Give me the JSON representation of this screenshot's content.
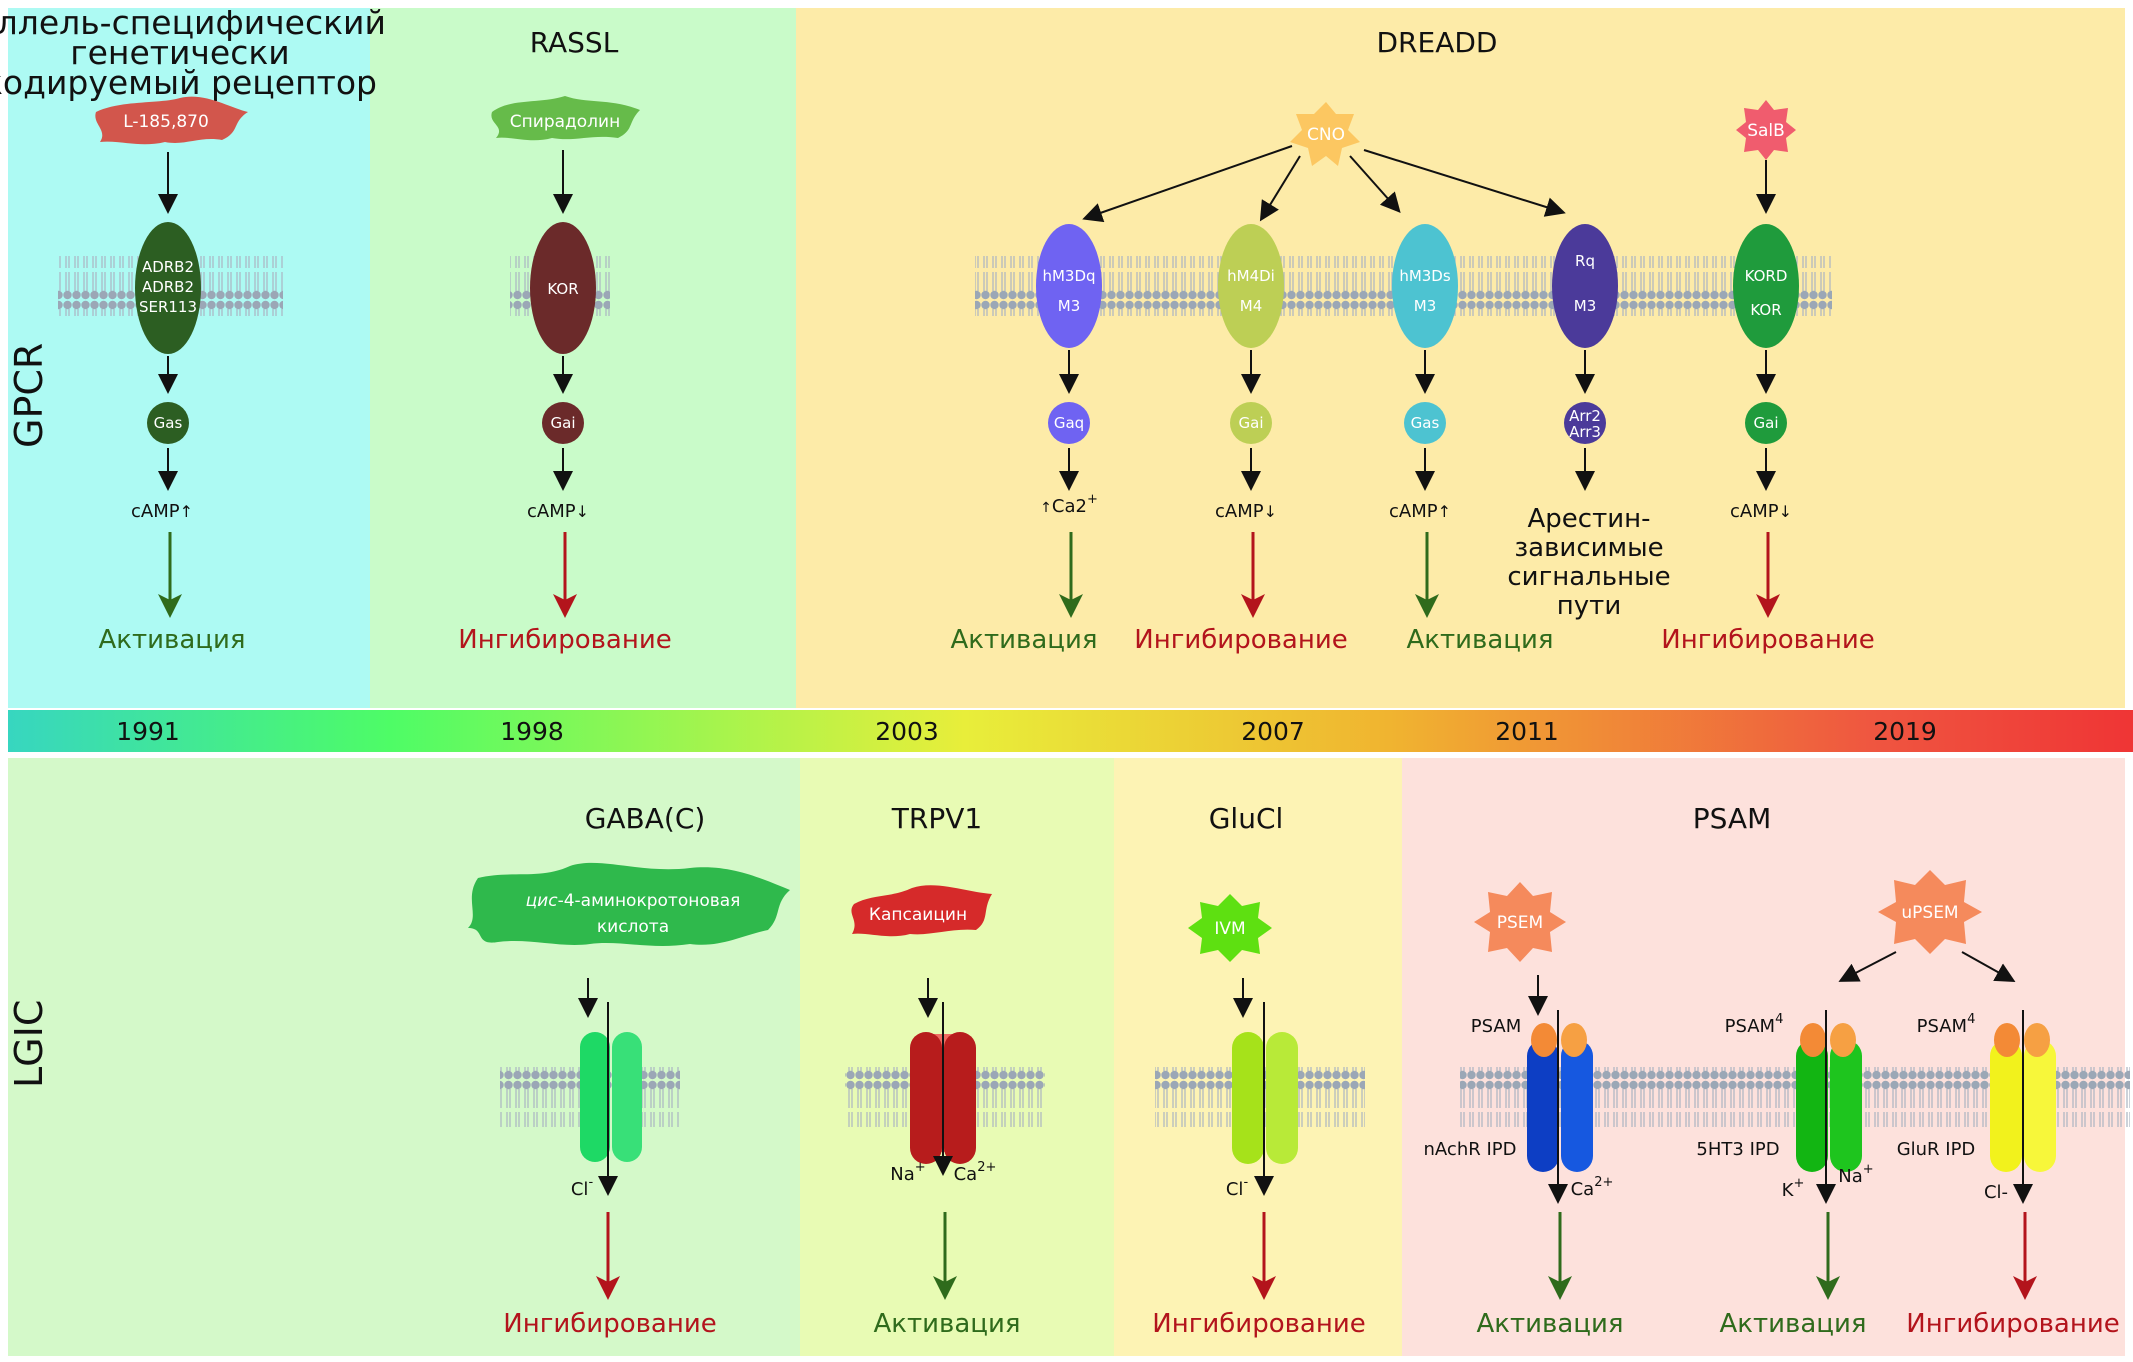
{
  "colors": {
    "panel_1991": "#adfaf3",
    "panel_1998": "#c9fbc9",
    "panel_2003_top": "#fdeba8",
    "lgic_left": "#d4f9c9",
    "lgic_trpv1": "#e8fbb4",
    "lgic_glucl": "#fdf3b4",
    "lgic_psam": "#fde1dc",
    "activation": "#2f6b1c",
    "inhibition": "#b3141c"
  },
  "side_labels": {
    "gpcr": "GPCR",
    "lgic": "LGIC"
  },
  "timeline": {
    "years": [
      "1991",
      "1998",
      "2003",
      "2007",
      "2011",
      "2019"
    ],
    "gradient": [
      "#37d6c0",
      "#4efc66",
      "#e8ee3a",
      "#f0b430",
      "#ef5540",
      "#ef3535"
    ]
  },
  "gpcr": {
    "asgr": {
      "title": [
        "Аллель-специфический",
        "генетически",
        "кодируемый рецептор"
      ],
      "ligand": "L-185,870",
      "receptor": [
        "ADRB2",
        "ADRB2",
        "SER113"
      ],
      "gprotein": "Gas",
      "second": "cAMP",
      "effect": "Активация"
    },
    "rassl": {
      "title": "RASSL",
      "ligand": "Спирадолин",
      "receptor": [
        "KOR"
      ],
      "gprotein": "Gai",
      "second": "cAMP",
      "effect": "Ингибирование"
    },
    "dreadd": {
      "title": "DREADD",
      "ligand_cno": "CNO",
      "ligand_salb": "SalB",
      "receptors": [
        {
          "top": "hM3Dq",
          "bottom": "M3",
          "gprotein": "Gaq",
          "second": "Ca2",
          "effect": "Активация",
          "color": "#6f63f2"
        },
        {
          "top": "hM4Di",
          "bottom": "M4",
          "gprotein": "Gai",
          "second": "cAMP",
          "effect": "Ингибирование",
          "color": "#bdcf55"
        },
        {
          "top": "hM3Ds",
          "bottom": "M3",
          "gprotein": "Gas",
          "second": "cAMP",
          "effect": "Активация",
          "color": "#4dc3d1"
        },
        {
          "top": "Rq",
          "bottom": "M3",
          "gprotein_lines": [
            "Arr2",
            "Arr3"
          ],
          "effect_lines": [
            "Арестин-",
            "зависимые",
            "сигнальные",
            "пути"
          ],
          "color": "#4b3a9a"
        },
        {
          "top": "KORD",
          "bottom": "KOR",
          "gprotein": "Gai",
          "second": "cAMP",
          "effect": "Ингибирование",
          "color": "#1f9b3c"
        }
      ]
    }
  },
  "lgic": {
    "gabac": {
      "title": "GABA(C)",
      "ligand": [
        "цис",
        "-4-аминокротоновая",
        "кислота"
      ],
      "ion": "Cl",
      "ion_sup": "-",
      "effect": "Ингибирование"
    },
    "trpv1": {
      "title": "TRPV1",
      "ligand": "Капсаицин",
      "ion1": "Na",
      "ion1_sup": "+",
      "ion2": "Ca",
      "ion2_sup": "2+",
      "effect": "Активация"
    },
    "glucl": {
      "title": "GluCl",
      "ligand": "IVM",
      "ion": "Cl",
      "ion_sup": "-",
      "effect": "Ингибирование"
    },
    "psam": {
      "title": "PSAM",
      "ligand1": "PSEM",
      "ligand2": "uPSEM",
      "ch1": {
        "label": "PSAM",
        "domain": "nAchR IPD",
        "ion": "Ca",
        "ion_sup": "2+",
        "effect": "Активация"
      },
      "ch2": {
        "label": "PSAM",
        "label_sup": "4",
        "domain": "5HT3 IPD",
        "ion1": "K",
        "ion1_sup": "+",
        "ion2": "Na",
        "ion2_sup": "+",
        "effect": "Активация"
      },
      "ch3": {
        "label": "PSAM",
        "label_sup": "4",
        "domain": "GluR IPD",
        "ion": "Cl-",
        "effect": "Ингибирование"
      }
    }
  }
}
